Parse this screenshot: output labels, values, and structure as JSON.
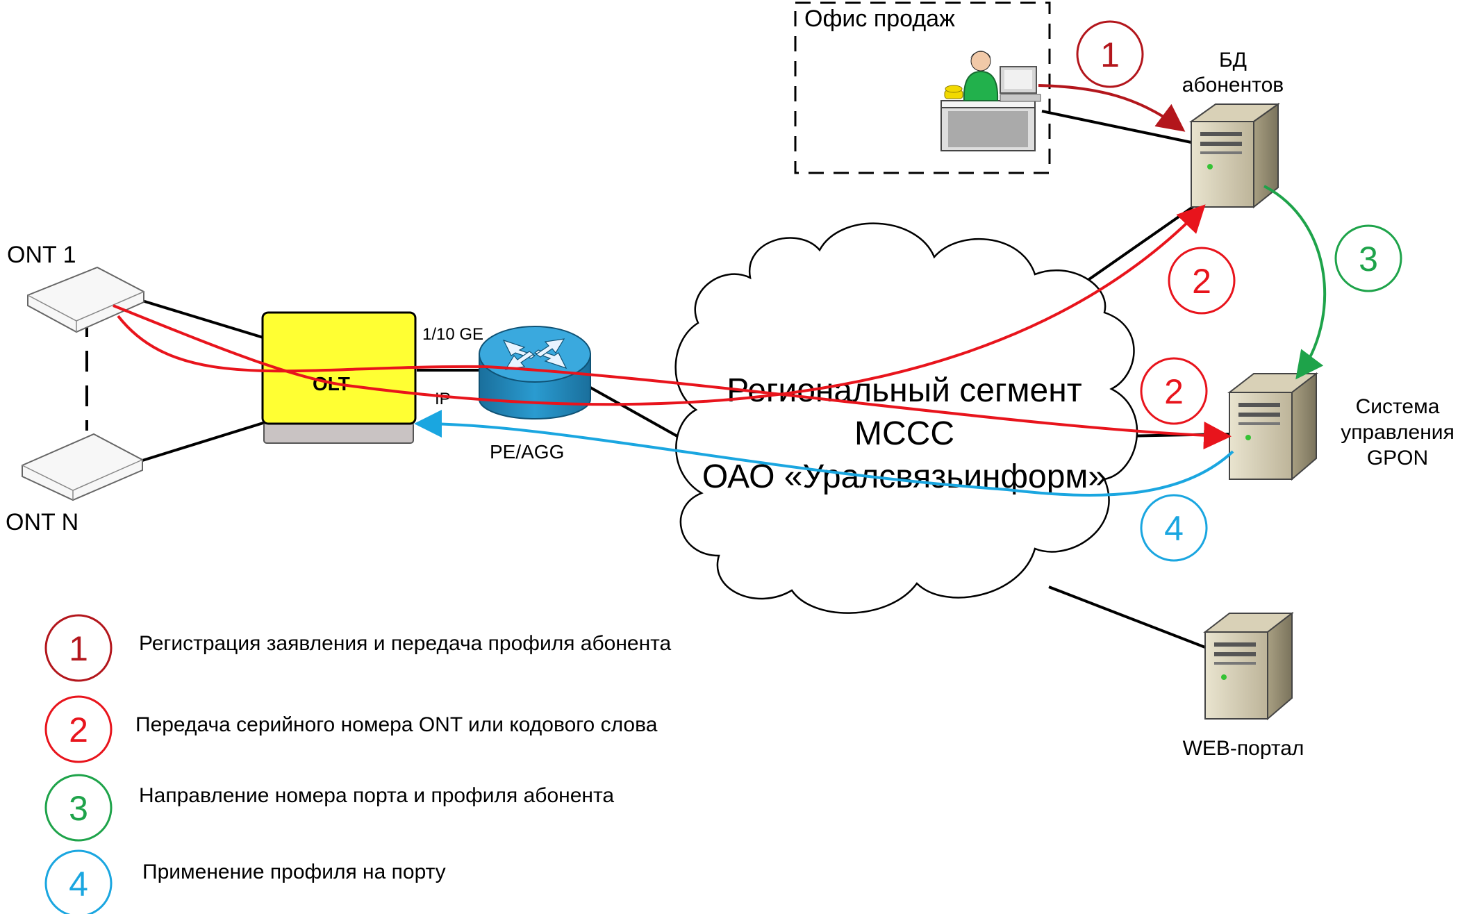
{
  "labels": {
    "sales_office": "Офис продаж",
    "db_line1": "БД",
    "db_line2": "абонентов",
    "ont1": "ONT 1",
    "ontn": "ONT N",
    "olt": "OLT",
    "ge": "1/10 GE",
    "ip": "IP",
    "peagg": "PE/AGG",
    "cloud_line1": "Региональный сегмент",
    "cloud_line2": "МССС",
    "cloud_line3": "ОАО «Уралсвязьинформ»",
    "gpon_line1": "Система",
    "gpon_line2": "управления",
    "gpon_line3": "GPON",
    "web": "WEB-портал"
  },
  "step_markers": {
    "m1": "1",
    "m2a": "2",
    "m2b": "2",
    "m3": "3",
    "m4": "4"
  },
  "legend": [
    {
      "num": "1",
      "text": "Регистрация заявления и передача профиля абонента",
      "color": "#b3161c"
    },
    {
      "num": "2",
      "text": "Передача серийного номера ONT или кодового слова",
      "color": "#e8141c"
    },
    {
      "num": "3",
      "text": "Направление номера порта и профиля абонента",
      "color": "#1ea34a"
    },
    {
      "num": "4",
      "text": "Применение профиля на порту",
      "color": "#1aa6e0"
    }
  ],
  "colors": {
    "step1": "#b3161c",
    "step2": "#e8141c",
    "step3": "#1ea34a",
    "step4": "#1aa6e0",
    "olt_fill": "#ffff33",
    "router_fill": "#1d8cc0"
  }
}
